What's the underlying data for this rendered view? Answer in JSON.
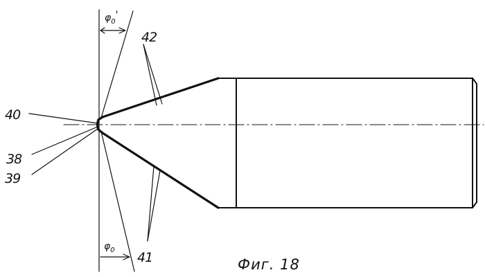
{
  "labels": {
    "num_40": "40",
    "num_38": "38",
    "num_39": "39",
    "num_42": "42",
    "num_41": "41"
  },
  "angles": {
    "phi_symbol": "φ",
    "phi_top_sub": "0",
    "phi_top_prime": "'",
    "phi_bottom_sub": "0"
  },
  "caption": "Фиг. 18"
}
